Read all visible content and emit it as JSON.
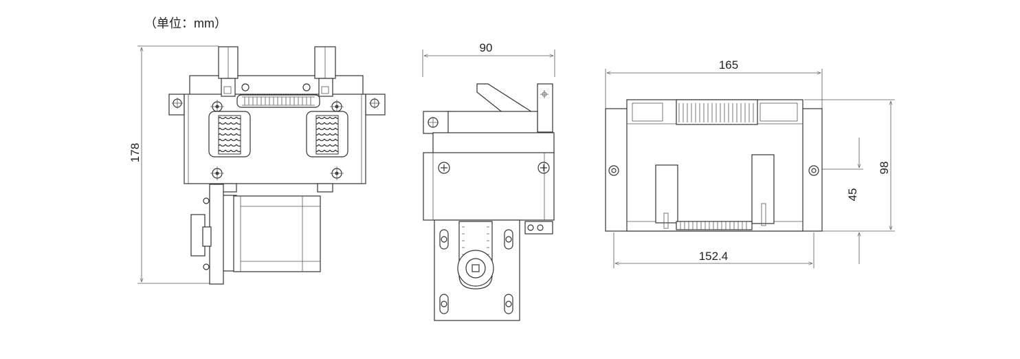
{
  "unit_label": "（单位：mm）",
  "dimensions": {
    "height_front": "178",
    "width_side": "90",
    "width_top": "165",
    "height_top": "98",
    "inner_height": "45",
    "inner_width": "152.4"
  },
  "colors": {
    "line": "#333333",
    "dim_line": "#555555",
    "background": "#ffffff"
  }
}
